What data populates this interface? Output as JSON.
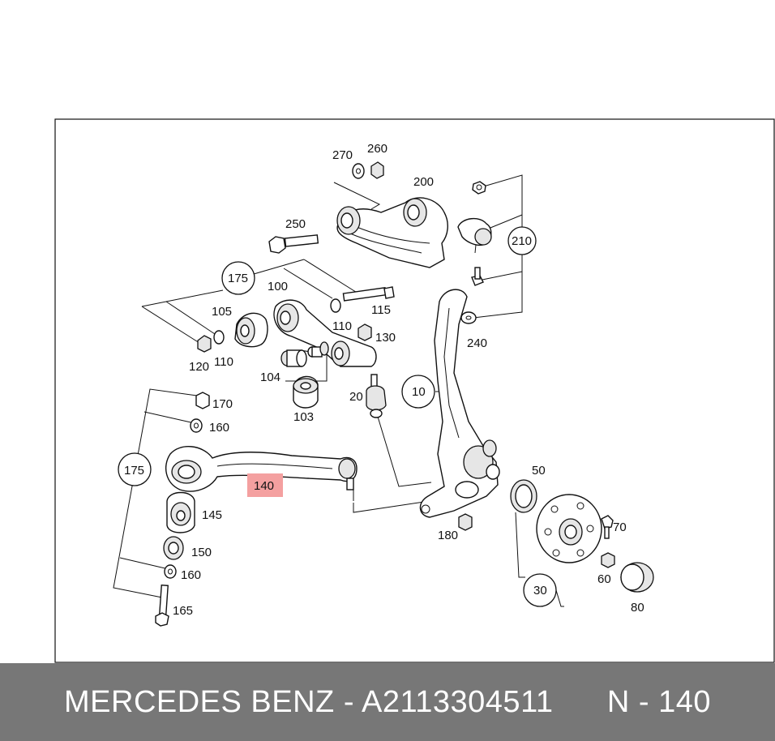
{
  "colors": {
    "highlight": "#f4a0a0",
    "footer_bg": "#777777",
    "footer_text": "#ffffff"
  },
  "labels": {
    "p270": "270",
    "p260": "260",
    "p200": "200",
    "p250": "250",
    "p210": "210",
    "p175_top": "175",
    "p100": "100",
    "p115": "115",
    "p105": "105",
    "p110_a": "110",
    "p110_b": "110",
    "p130": "130",
    "p120": "120",
    "p104": "104",
    "p103": "103",
    "p20": "20",
    "p10": "10",
    "p240": "240",
    "p170": "170",
    "p160_a": "160",
    "p175_left": "175",
    "p140": "140",
    "p145": "145",
    "p150": "150",
    "p160_b": "160",
    "p165": "165",
    "p180": "180",
    "p50": "50",
    "p70": "70",
    "p60": "60",
    "p30": "30",
    "p80": "80"
  },
  "footer": {
    "brand": "MERCEDES BENZ",
    "separator": " - ",
    "part_number": "A2113304511",
    "position": "N - 140"
  }
}
